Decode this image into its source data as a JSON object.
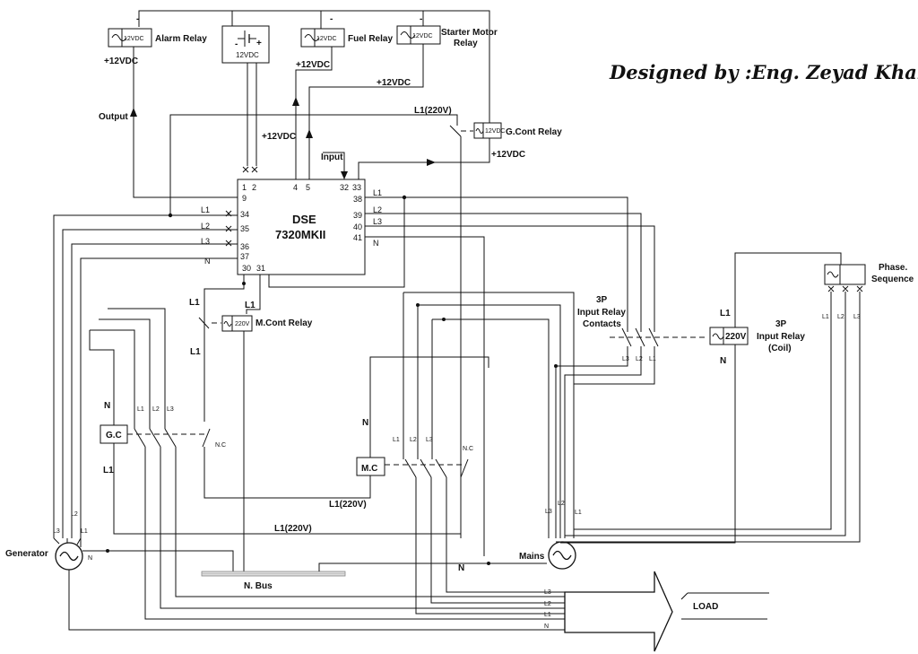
{
  "credit": "Designed by :Eng. Zeyad Khaled",
  "controller": {
    "name": "DSE",
    "model": "7320MKII"
  },
  "controller_pins": [
    "1",
    "2",
    "4",
    "5",
    "32",
    "33",
    "9",
    "34",
    "35",
    "36",
    "37",
    "38",
    "39",
    "40",
    "41",
    "30",
    "31"
  ],
  "controller_side_labels": {
    "l1": "L1",
    "l2": "L2",
    "l3": "L3",
    "n": "N"
  },
  "relays": {
    "alarm": {
      "coil": "12VDC",
      "label": "Alarm Relay"
    },
    "fuel": {
      "coil": "12VDC",
      "label": "Fuel Relay"
    },
    "starter": {
      "coil": "12VDC",
      "label_line1": "Starter Motor",
      "label_line2": "Relay"
    },
    "battery": {
      "voltage": "12VDC"
    },
    "gcont": {
      "coil": "12VDC",
      "label": "G.Cont Relay"
    },
    "mcont": {
      "coil": "220V",
      "label": "M.Cont Relay"
    },
    "input3p": {
      "coil": "220V",
      "label_line1": "3P",
      "label_line2": "Input Relay",
      "label_line3": "(Coil)"
    },
    "contacts3p": {
      "label_line1": "3P",
      "label_line2": "Input Relay",
      "label_line3": "Contacts"
    },
    "phase": {
      "label_line1": "Phase.",
      "label_line2": "Sequence"
    }
  },
  "signals": {
    "plus12": "+12VDC",
    "minus": "-",
    "plus": "+",
    "output": "Output",
    "input": "Input",
    "l1_220": "L1(220V)",
    "nc": "N.C"
  },
  "phases": {
    "l1": "L1",
    "l2": "L2",
    "l3": "L3",
    "n": "N"
  },
  "contactors": {
    "gen": "G.C",
    "mains": "M.C"
  },
  "sources": {
    "generator": "Generator",
    "mains": "Mains"
  },
  "busbar": "N. Bus",
  "load": "LOAD"
}
